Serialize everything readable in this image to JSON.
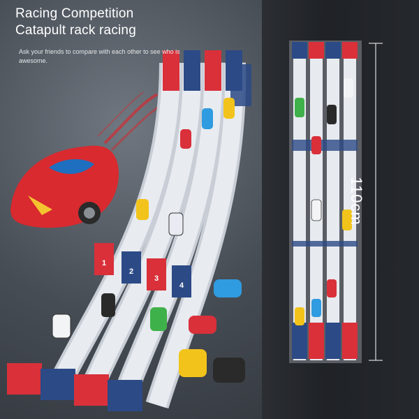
{
  "title": {
    "line1": "Racing Competition",
    "line2": "Catapult rack racing"
  },
  "subtitle": "Ask your friends to compare with each other to see who is awesome.",
  "dimension_label": "110cm",
  "lane_numbers": [
    "1",
    "2",
    "3",
    "4"
  ],
  "colors": {
    "background_left": "#474d55",
    "background_right": "#1f2226",
    "track": "#e4e7ec",
    "launcher_red": "#d9303a",
    "launcher_blue": "#2c4a86"
  }
}
